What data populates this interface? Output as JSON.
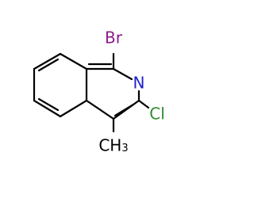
{
  "molecule": {
    "atoms": {
      "bromine": "Br",
      "nitrogen": "N",
      "chlorine": "Cl",
      "methyl": "CH",
      "methyl_subscript": "3"
    },
    "colors": {
      "bond": "#000000",
      "bromine": "#8B1A8B",
      "nitrogen": "#2020D0",
      "chlorine": "#2E8B2E",
      "carbon": "#000000"
    }
  }
}
